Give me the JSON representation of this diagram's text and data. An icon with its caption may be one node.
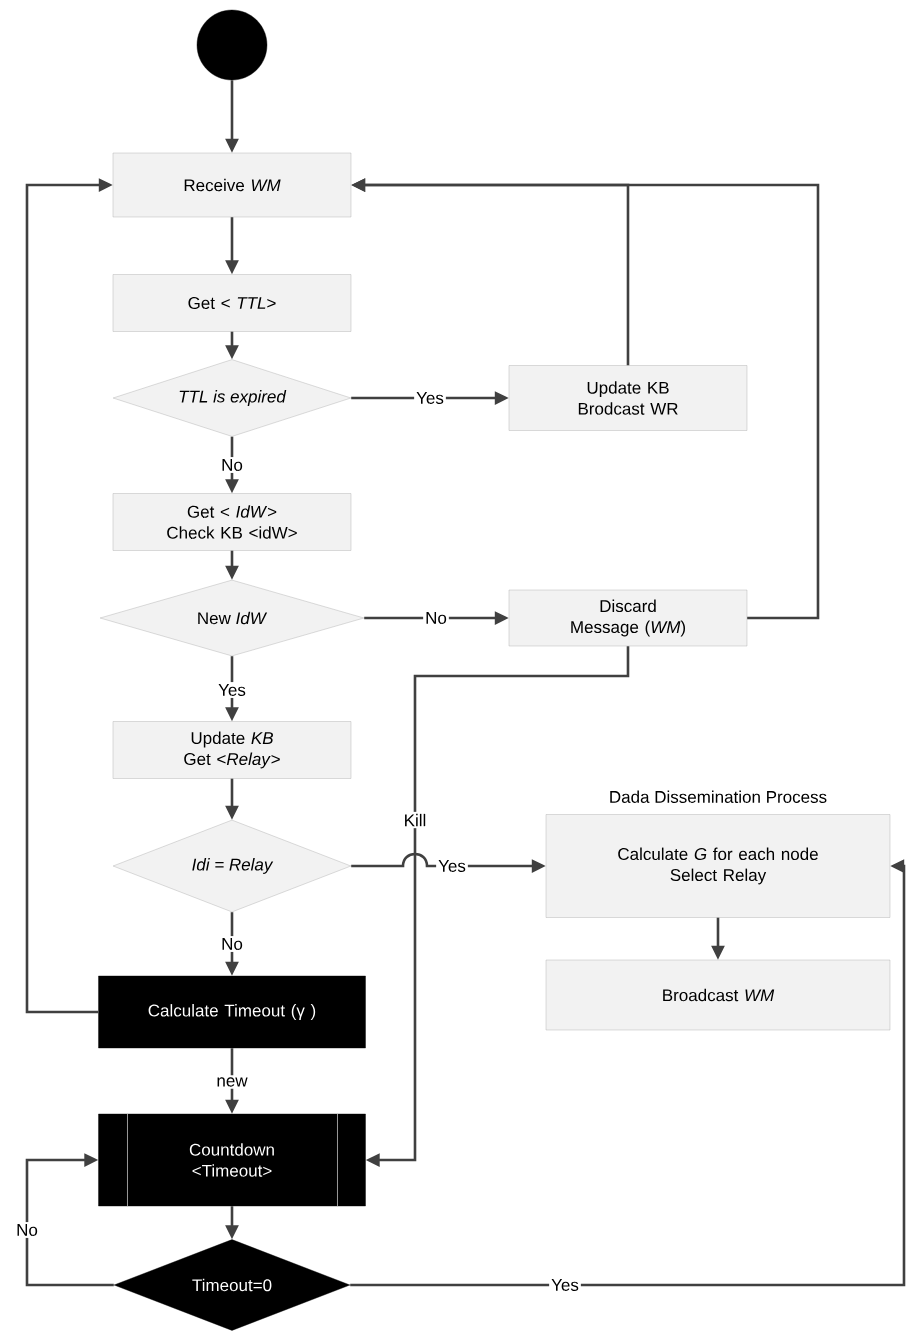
{
  "diagram": {
    "nodes": [
      {
        "text": [],
        "shape": "circle"
      },
      {
        "text": [
          "Receive *WM*"
        ]
      },
      {
        "text": [
          "Get < *TTL*>"
        ]
      },
      {
        "text": [
          "TTL is expired"
        ]
      },
      {
        "text": [
          "Update KB",
          "Brodcast WR"
        ]
      },
      {
        "text": [
          "Get < *IdW*>",
          "Check KB <idW>"
        ]
      },
      {
        "text": [
          "New *IdW*"
        ]
      },
      {
        "text": [
          "Discard Message (*WM*)"
        ]
      },
      {
        "text": [
          "Update *KB*",
          "Get <*Relay*>"
        ]
      },
      {
        "text": [
          "Idi = Relay"
        ]
      },
      {
        "text": [
          "Dada Dissemination Process",
          "Calculate *G* for each node",
          "Select Relay"
        ]
      },
      {
        "text": [
          "Broadcast *WM*"
        ]
      },
      {
        "text": [
          "Calculate Timeout (γ )"
        ]
      },
      {
        "text": [
          "Countdown",
          "<Timeout>"
        ]
      },
      {
        "text": [
          "Timeout=0"
        ]
      }
    ],
    "edges": [
      {
        "from": 0,
        "to": 1,
        "arrow": "to"
      },
      {
        "from": 1,
        "to": 2,
        "arrow": "to"
      },
      {
        "from": 2,
        "to": 3,
        "arrow": "to"
      },
      {
        "from": 3,
        "to": 4,
        "arrow": "to",
        "label": "Yes"
      },
      {
        "from": 4,
        "to": 1,
        "arrow": "to"
      },
      {
        "from": 3,
        "to": 5,
        "arrow": "to",
        "label": "No"
      },
      {
        "from": 5,
        "to": 6,
        "arrow": "to"
      },
      {
        "from": 6,
        "to": 7,
        "arrow": "to",
        "label": "No"
      },
      {
        "from": 7,
        "to": 1,
        "arrow": "to"
      },
      {
        "from": 6,
        "to": 8,
        "arrow": "to",
        "label": "Yes"
      },
      {
        "from": 8,
        "to": 9,
        "arrow": "to"
      },
      {
        "from": 9,
        "to": 10,
        "arrow": "to",
        "label": "Yes"
      },
      {
        "from": 10,
        "to": 11,
        "arrow": "to"
      },
      {
        "from": 9,
        "to": 12,
        "arrow": "to",
        "label": "No"
      },
      {
        "from": 12,
        "to": 1,
        "arrow": "to"
      },
      {
        "from": 12,
        "to": 13,
        "arrow": "to",
        "label": "new"
      },
      {
        "from": 7,
        "to": 13,
        "arrow": "to",
        "label": "Kill"
      },
      {
        "from": 13,
        "to": 14,
        "arrow": "to"
      },
      {
        "from": 14,
        "to": 13,
        "arrow": "to",
        "label": "No"
      },
      {
        "from": 14,
        "to": 10,
        "arrow": "to",
        "label": "Yes"
      }
    ]
  }
}
